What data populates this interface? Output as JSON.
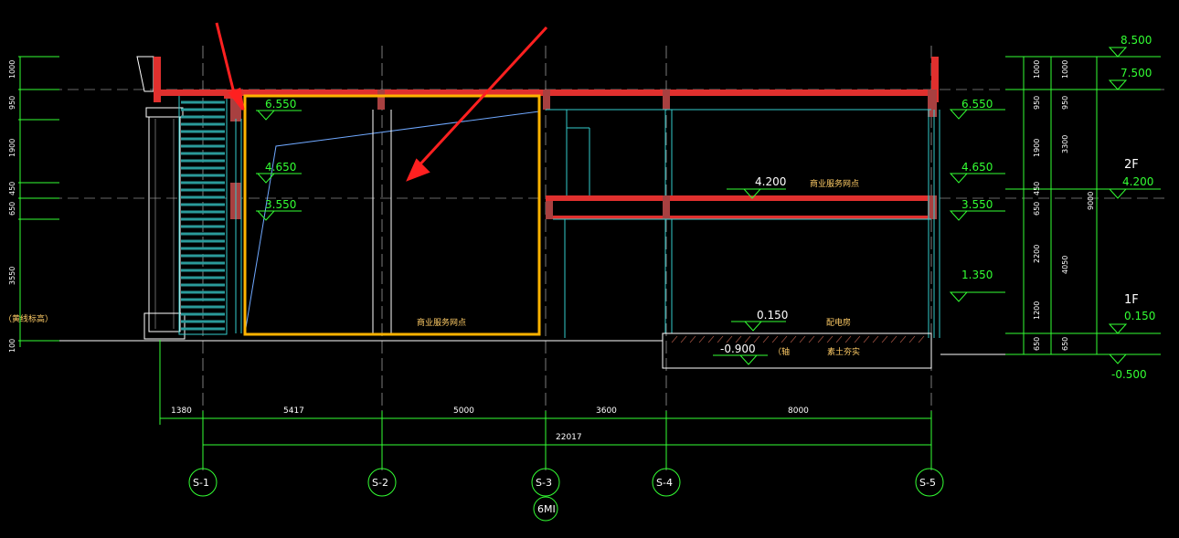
{
  "elevations_right": [
    "8.500",
    "7.500",
    "6.550",
    "4.650",
    "4.200",
    "3.550",
    "1.350",
    "0.150",
    "-0.500"
  ],
  "elevations_left": [
    "6.550",
    "4.650",
    "3.550"
  ],
  "elevations_inner": [
    "4.200",
    "0.150",
    "-0.900"
  ],
  "floors": [
    "2F",
    "1F"
  ],
  "rooms": {
    "commercial_upper": "商业服务网点",
    "commercial_lower": "商业服务网点",
    "distribution": "配电房",
    "backfill": "素土夯实",
    "paren": "（轴",
    "left_note": "（黄线标高）"
  },
  "dims_horizontal": [
    "1380",
    "5417",
    "5000",
    "3600",
    "8000"
  ],
  "dim_total": "22017",
  "dims_vertical_left": [
    "1000",
    "950",
    "1900",
    "450",
    "650",
    "3550",
    "100"
  ],
  "dims_vertical_right_a": [
    "1000",
    "950",
    "1900",
    "450",
    "650",
    "2200",
    "1200",
    "650"
  ],
  "dims_vertical_right_b": [
    "3300",
    "4050"
  ],
  "dim_vertical_total": "9000",
  "axes": [
    "S-1",
    "S-2",
    "S-3",
    "S-4",
    "S-5"
  ],
  "axis_sub": "6MI",
  "colors": {
    "background": "#000000",
    "wall": "#e0302e",
    "highlight": "#ffb300",
    "arrow": "#ff2020",
    "dimension": "#33ff33",
    "glazing": "#33cccc",
    "line": "#ffffff"
  }
}
